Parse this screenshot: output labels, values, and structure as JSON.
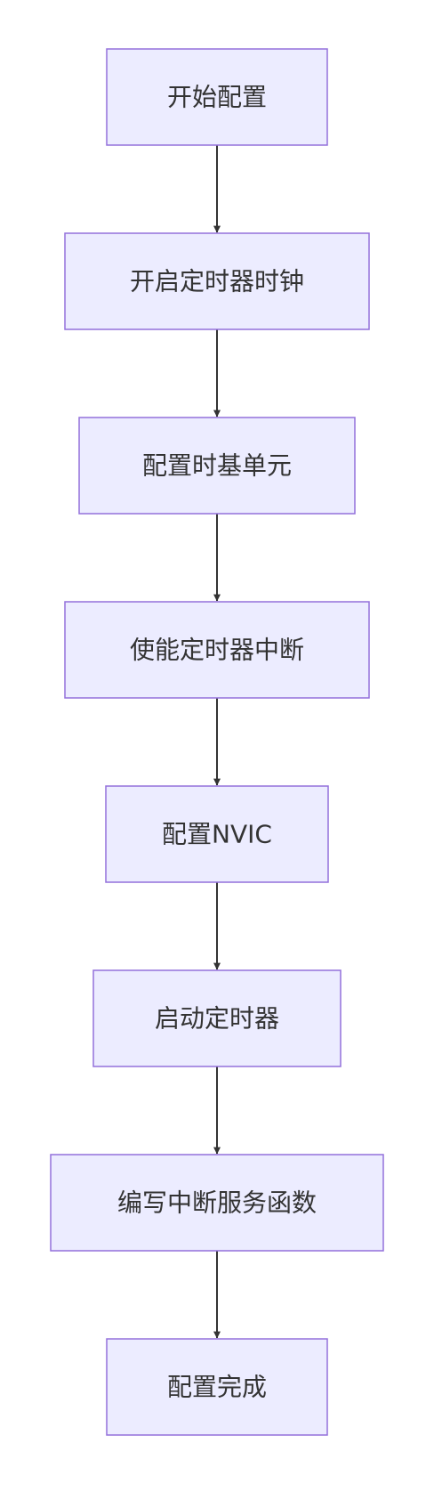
{
  "diagram": {
    "type": "flowchart",
    "direction": "top-to-bottom",
    "colors": {
      "node_fill": "#ECECFF",
      "node_stroke": "#9370DB",
      "text": "#333333",
      "edge": "#333333",
      "background": "#FFFFFF"
    },
    "nodes": [
      {
        "id": "start",
        "label": "开始配置"
      },
      {
        "id": "clock",
        "label": "开启定时器时钟"
      },
      {
        "id": "timebase",
        "label": "配置时基单元"
      },
      {
        "id": "interrupt",
        "label": "使能定时器中断"
      },
      {
        "id": "nvic",
        "label": "配置NVIC"
      },
      {
        "id": "enable",
        "label": "启动定时器"
      },
      {
        "id": "isr",
        "label": "编写中断服务函数"
      },
      {
        "id": "done",
        "label": "配置完成"
      }
    ],
    "edges": [
      {
        "from": "start",
        "to": "clock"
      },
      {
        "from": "clock",
        "to": "timebase"
      },
      {
        "from": "timebase",
        "to": "interrupt"
      },
      {
        "from": "interrupt",
        "to": "nvic"
      },
      {
        "from": "nvic",
        "to": "enable"
      },
      {
        "from": "enable",
        "to": "isr"
      },
      {
        "from": "isr",
        "to": "done"
      }
    ]
  }
}
